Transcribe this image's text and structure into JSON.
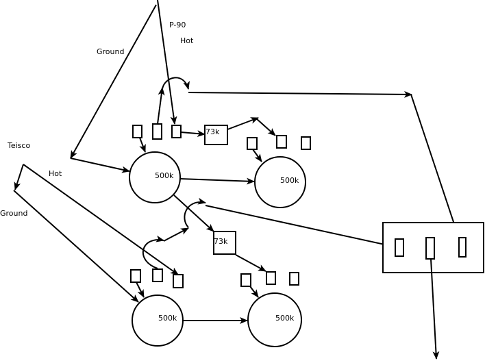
{
  "diagram": {
    "type": "guitar-wiring-diagram",
    "stroke_color": "#000000",
    "background_color": "#ffffff",
    "labels": {
      "p90": "P-90",
      "p90_hot": "Hot",
      "p90_ground": "Ground",
      "teisco": "Teisco",
      "teisco_hot": "Hot",
      "teisco_ground": "Ground"
    },
    "pots": [
      {
        "id": "pot-top-left",
        "label": "500k"
      },
      {
        "id": "pot-top-right",
        "label": "500k"
      },
      {
        "id": "pot-bottom-left",
        "label": "500k"
      },
      {
        "id": "pot-bottom-right",
        "label": "500k"
      }
    ],
    "resistors": [
      {
        "id": "resistor-top",
        "label": "73k"
      },
      {
        "id": "resistor-bottom",
        "label": "73k"
      }
    ],
    "switch": {
      "id": "selector-switch",
      "lug_count": 3
    },
    "output": {
      "id": "output-wire"
    }
  }
}
